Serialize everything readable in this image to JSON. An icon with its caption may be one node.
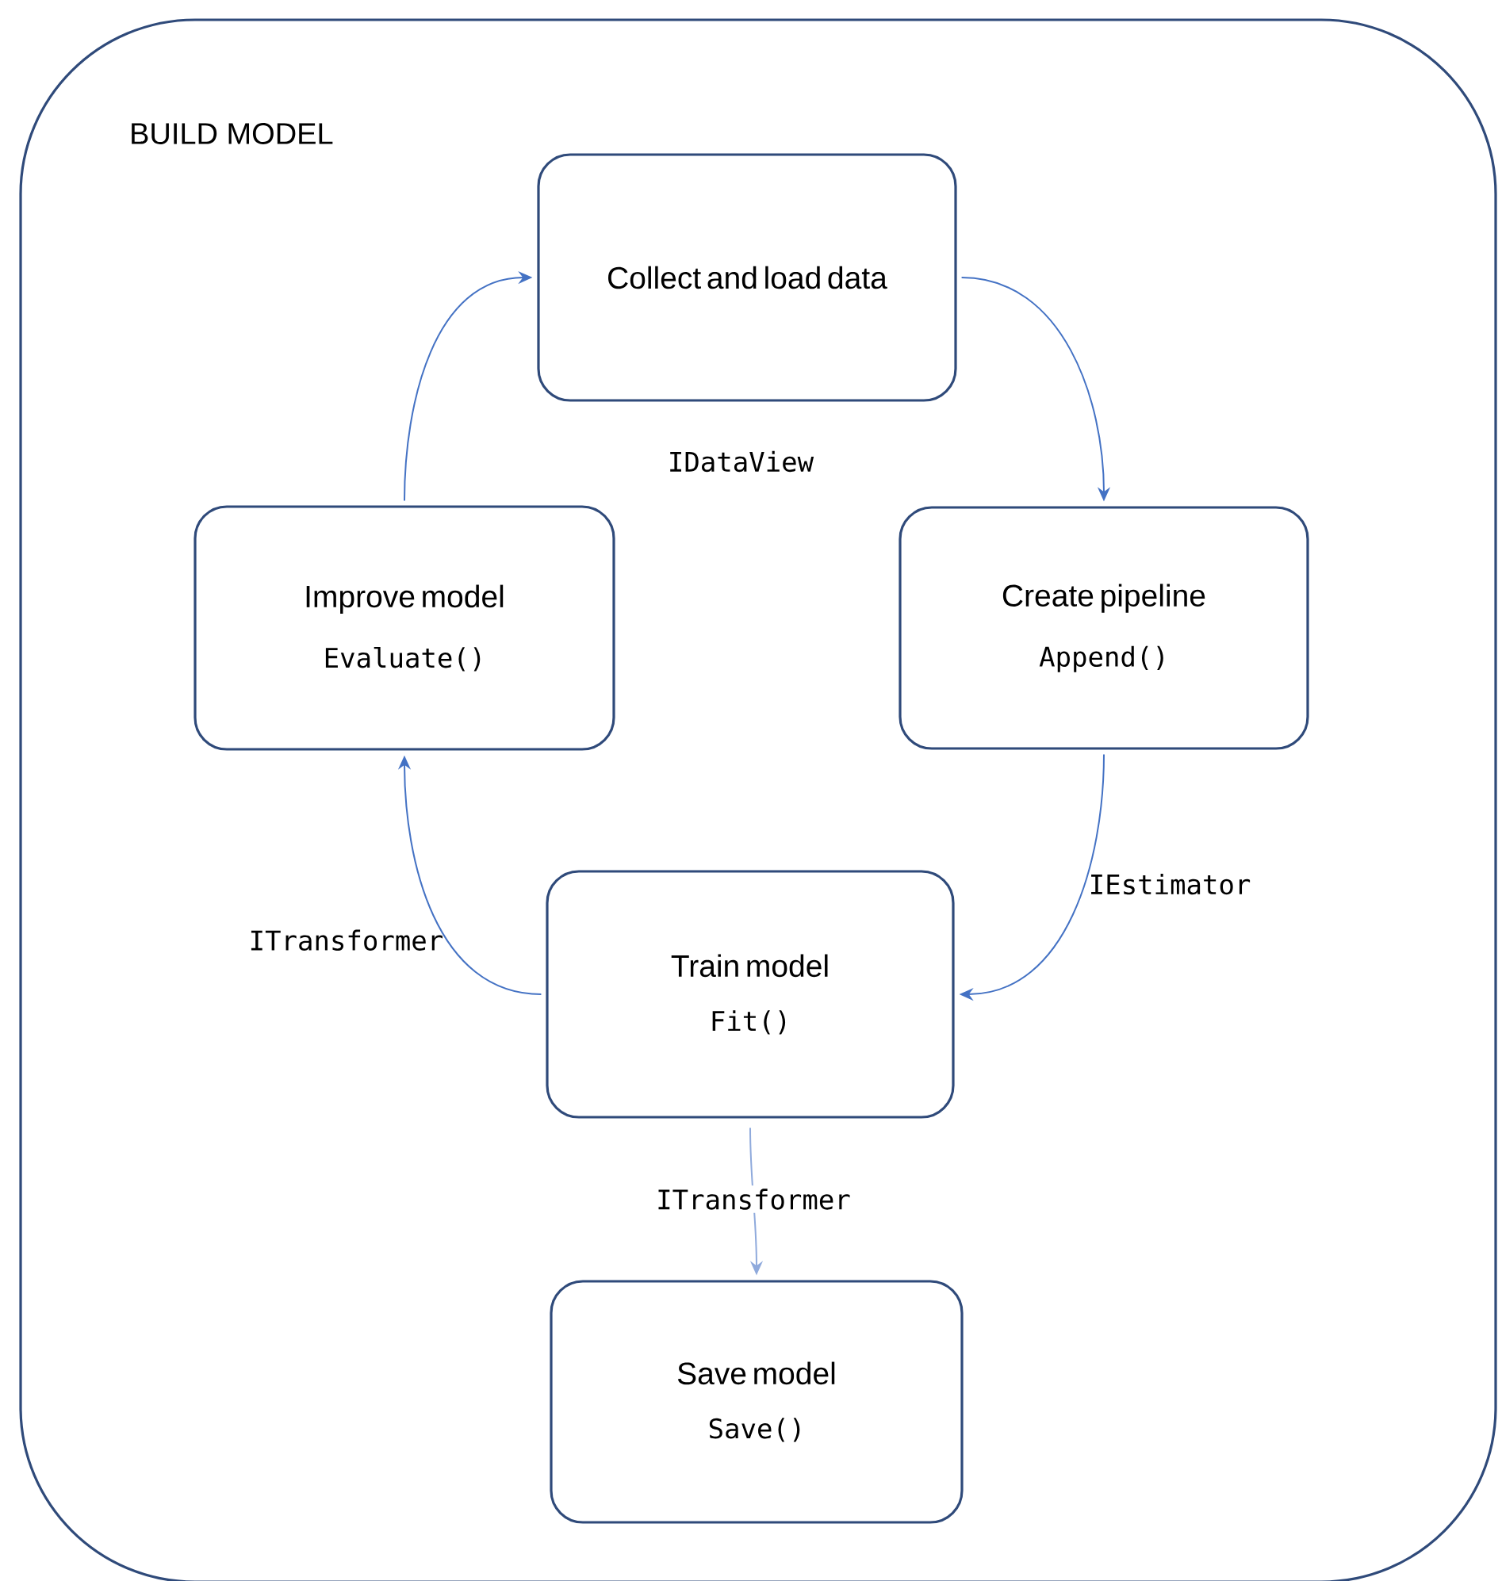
{
  "diagram": {
    "nodes": [
      {
        "text": [
          "BUILD MODEL"
        ]
      },
      {
        "text": [
          "Collect and load data"
        ],
        "in": 0
      },
      {
        "text": [
          "Create pipeline",
          "Append()"
        ],
        "in": 0
      },
      {
        "text": [
          "Train model",
          "Fit()"
        ],
        "in": 0
      },
      {
        "text": [
          "Save model",
          "Save()"
        ],
        "in": 0
      },
      {
        "text": [
          "Improve model",
          "Evaluate()"
        ],
        "in": 0
      }
    ],
    "edges": [
      {
        "from": 1,
        "to": 2,
        "arrow": "to"
      },
      {
        "from": 2,
        "to": 3,
        "arrow": "to",
        "label": "IEstimator"
      },
      {
        "from": 3,
        "to": 5,
        "arrow": "to",
        "label": "ITransformer"
      },
      {
        "from": 5,
        "to": 1,
        "arrow": "to"
      },
      {
        "from": 3,
        "to": 4,
        "arrow": "to",
        "label": "ITransformer",
        "color": "#8faadc"
      }
    ],
    "labels": [
      "IDataView"
    ]
  }
}
